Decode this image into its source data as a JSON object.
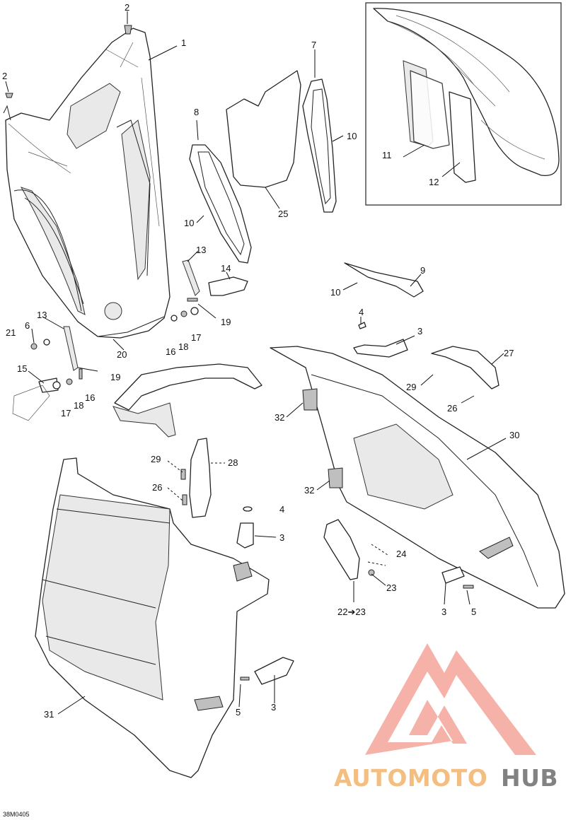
{
  "diagram": {
    "drawing_code": "38M0405",
    "callouts": [
      {
        "id": "c1",
        "text": "1"
      },
      {
        "id": "c2a",
        "text": "2"
      },
      {
        "id": "c2b",
        "text": "2"
      },
      {
        "id": "c3a",
        "text": "3"
      },
      {
        "id": "c3b",
        "text": "3"
      },
      {
        "id": "c3c",
        "text": "3"
      },
      {
        "id": "c3d",
        "text": "3"
      },
      {
        "id": "c4a",
        "text": "4"
      },
      {
        "id": "c4b",
        "text": "4"
      },
      {
        "id": "c5a",
        "text": "5"
      },
      {
        "id": "c5b",
        "text": "5"
      },
      {
        "id": "c6",
        "text": "6"
      },
      {
        "id": "c7",
        "text": "7"
      },
      {
        "id": "c8",
        "text": "8"
      },
      {
        "id": "c9",
        "text": "9"
      },
      {
        "id": "c10a",
        "text": "10"
      },
      {
        "id": "c10b",
        "text": "10"
      },
      {
        "id": "c10c",
        "text": "10"
      },
      {
        "id": "c11",
        "text": "11"
      },
      {
        "id": "c12",
        "text": "12"
      },
      {
        "id": "c13a",
        "text": "13"
      },
      {
        "id": "c13b",
        "text": "13"
      },
      {
        "id": "c14",
        "text": "14"
      },
      {
        "id": "c15",
        "text": "15"
      },
      {
        "id": "c16a",
        "text": "16"
      },
      {
        "id": "c16b",
        "text": "16"
      },
      {
        "id": "c17a",
        "text": "17"
      },
      {
        "id": "c17b",
        "text": "17"
      },
      {
        "id": "c18a",
        "text": "18"
      },
      {
        "id": "c18b",
        "text": "18"
      },
      {
        "id": "c19a",
        "text": "19"
      },
      {
        "id": "c19b",
        "text": "19"
      },
      {
        "id": "c20",
        "text": "20"
      },
      {
        "id": "c21",
        "text": "21"
      },
      {
        "id": "c22",
        "text": "22➔23"
      },
      {
        "id": "c23",
        "text": "23"
      },
      {
        "id": "c24",
        "text": "24"
      },
      {
        "id": "c25",
        "text": "25"
      },
      {
        "id": "c26a",
        "text": "26"
      },
      {
        "id": "c26b",
        "text": "26"
      },
      {
        "id": "c27",
        "text": "27"
      },
      {
        "id": "c28",
        "text": "28"
      },
      {
        "id": "c29a",
        "text": "29"
      },
      {
        "id": "c29b",
        "text": "29"
      },
      {
        "id": "c30",
        "text": "30"
      },
      {
        "id": "c31",
        "text": "31"
      },
      {
        "id": "c32a",
        "text": "32"
      },
      {
        "id": "c32b",
        "text": "32"
      }
    ]
  },
  "watermark": {
    "word_part1": "AUTOMOTO",
    "word_part2": "HUB",
    "color_primary": "#f4a59a",
    "color_secondary": "#6d6d6d",
    "color_text_primary": "#f2b36a"
  }
}
